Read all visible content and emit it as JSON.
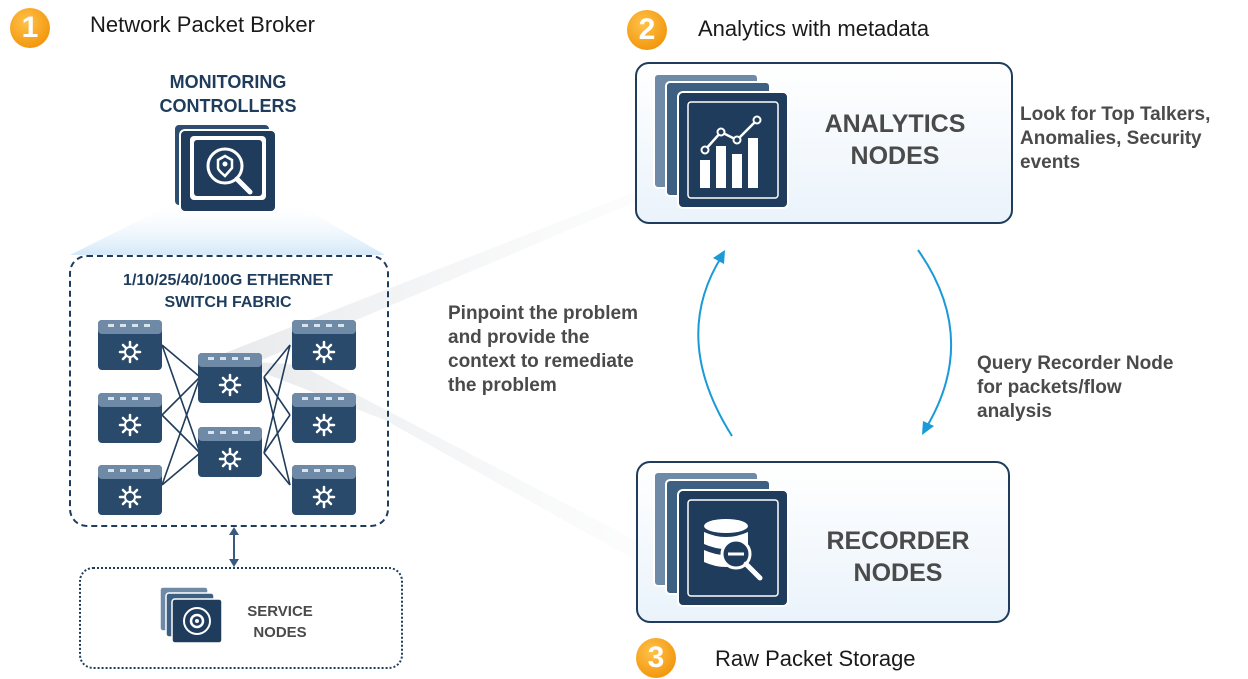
{
  "sections": [
    {
      "number": "1",
      "title": "Network Packet Broker"
    },
    {
      "number": "2",
      "title": "Analytics with metadata"
    },
    {
      "number": "3",
      "title": "Raw Packet Storage"
    }
  ],
  "monitoring": {
    "line1": "MONITORING",
    "line2": "CONTROLLERS"
  },
  "fabric": {
    "line1": "1/10/25/40/100G ETHERNET",
    "line2": "SWITCH FABRIC"
  },
  "service": {
    "line1": "SERVICE",
    "line2": "NODES"
  },
  "analytics": {
    "line1": "ANALYTICS",
    "line2": "NODES"
  },
  "recorder": {
    "line1": "RECORDER",
    "line2": "NODES"
  },
  "notes": {
    "pinpoint": [
      "Pinpoint the problem",
      "and provide the",
      "context to remediate",
      "the problem"
    ],
    "look_for": [
      "Look for Top Talkers,",
      "Anomalies, Security",
      "events"
    ],
    "query": [
      "Query Recorder Node",
      "for packets/flow",
      "analysis"
    ]
  },
  "colors": {
    "accent": "#1f3c5c",
    "badge": "#f39a12",
    "arrow": "#1a9ad6",
    "text_gray": "#4a4a4a"
  },
  "icons": [
    "shield-magnifier-icon",
    "network-switch-icon",
    "gear-cycle-icon",
    "bar-chart-icon",
    "database-search-icon"
  ]
}
